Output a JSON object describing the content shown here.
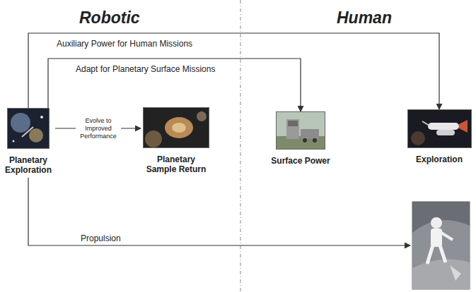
{
  "diagram": {
    "nodes": [
      {
        "text": [
          "Planetary Exploration"
        ]
      },
      {
        "text": [
          "Planetary Sample Return"
        ]
      },
      {
        "text": [
          "Surface Power"
        ]
      },
      {
        "text": [
          "Exploration"
        ]
      }
    ],
    "edges": [
      {
        "from": 0,
        "to": 3,
        "arrow": "to",
        "label": "Auxiliary Power for Human Missions"
      },
      {
        "from": 0,
        "to": 2,
        "arrow": "to",
        "label": "Adapt for Planetary Surface Missions"
      },
      {
        "from": 0,
        "to": 1,
        "arrow": "to",
        "label": "Evolve to Improved Performance"
      }
    ],
    "labels": [
      "Robotic",
      "Human",
      "Propulsion"
    ]
  }
}
